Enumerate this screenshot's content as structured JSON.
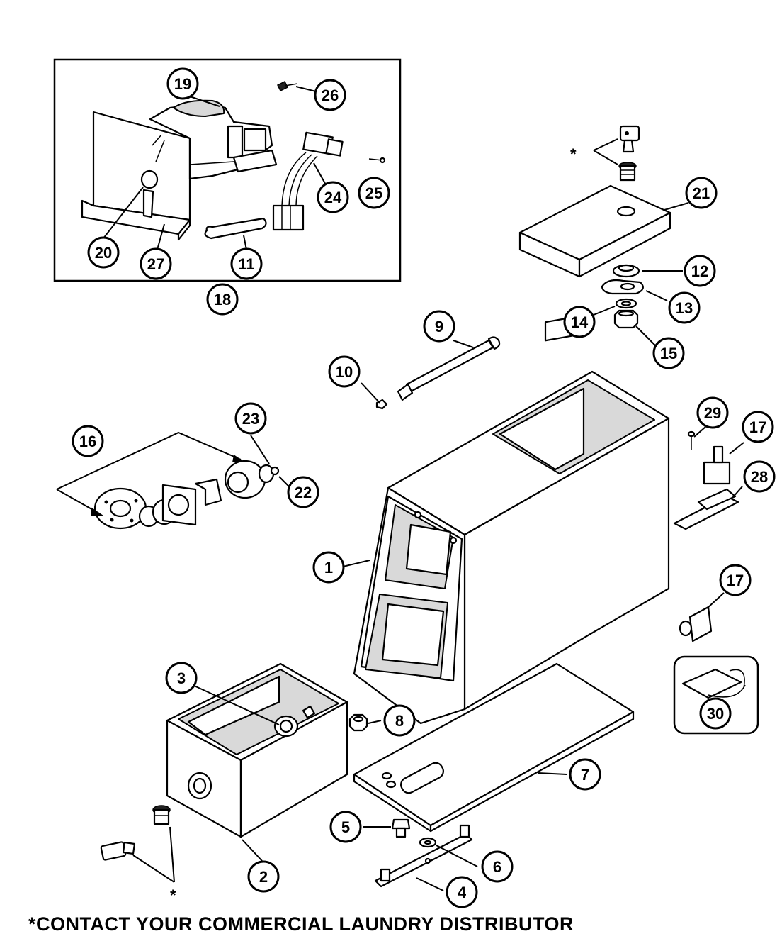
{
  "diagram": {
    "callouts": {
      "c1": "1",
      "c2": "2",
      "c3": "3",
      "c4": "4",
      "c5": "5",
      "c6": "6",
      "c7": "7",
      "c8": "8",
      "c9": "9",
      "c10": "10",
      "c11": "11",
      "c12": "12",
      "c13": "13",
      "c14": "14",
      "c15": "15",
      "c16": "16",
      "c17a": "17",
      "c17b": "17",
      "c18": "18",
      "c19": "19",
      "c20": "20",
      "c21": "21",
      "c22": "22",
      "c23": "23",
      "c24": "24",
      "c25": "25",
      "c26": "26",
      "c27": "27",
      "c28": "28",
      "c29": "29",
      "c30": "30"
    },
    "asterisk_top": "*",
    "asterisk_bottom": "*",
    "footnote": "*CONTACT YOUR COMMERCIAL LAUNDRY DISTRIBUTOR"
  }
}
